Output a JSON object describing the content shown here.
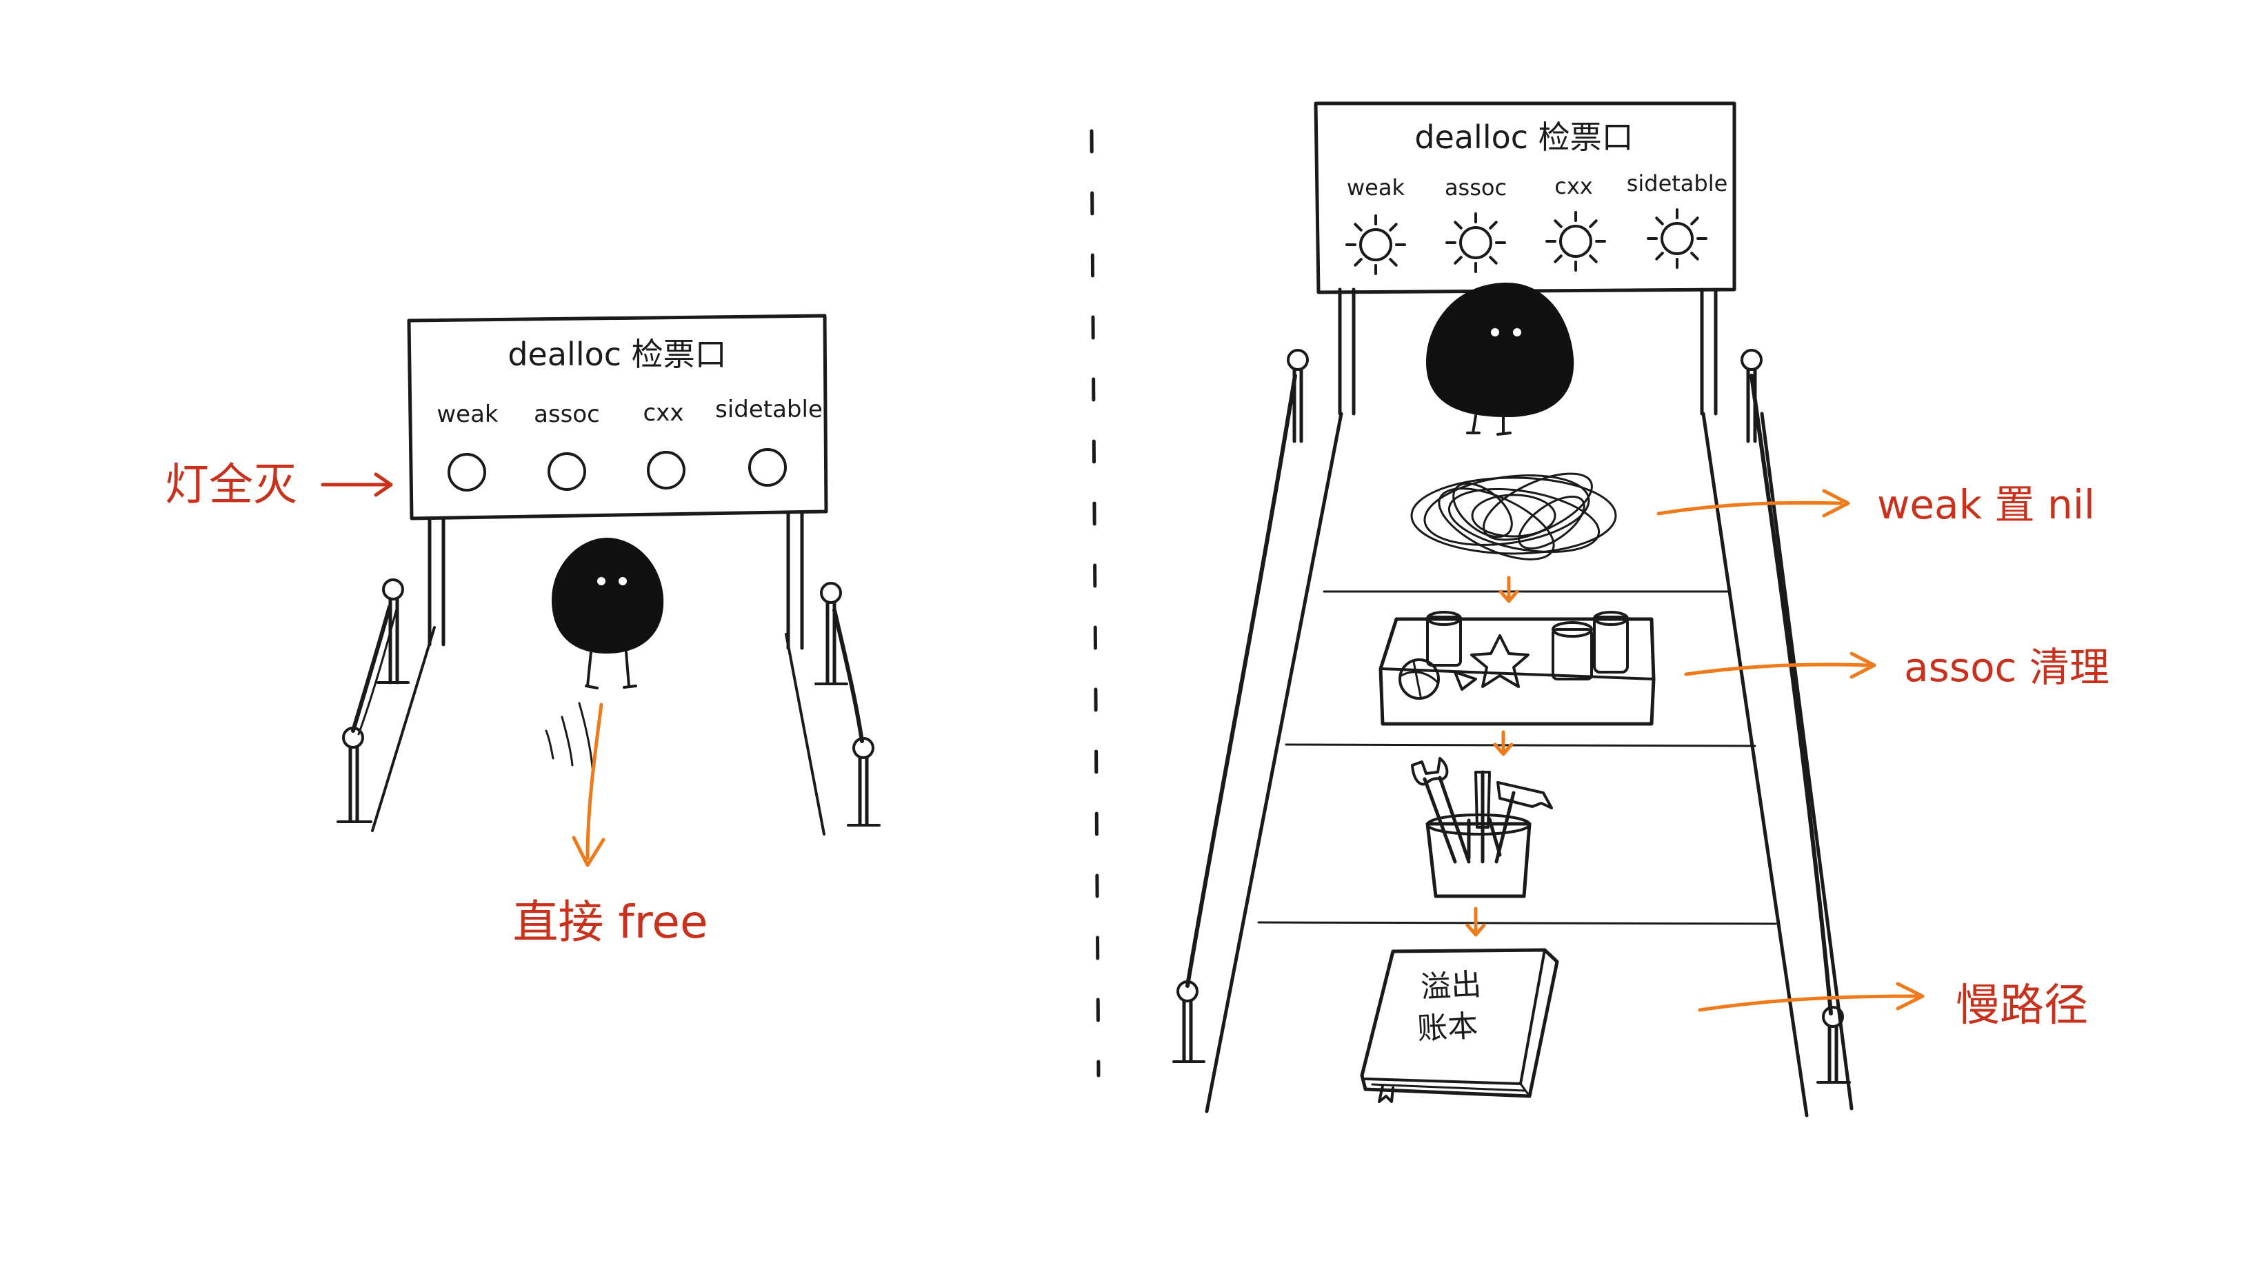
{
  "colors": {
    "ink": "#1a1a1a",
    "annotation_text": "#c8311c",
    "arrow": "#ee7a1c",
    "background": "#ffffff"
  },
  "left_panel": {
    "sign": {
      "title": "dealloc 检票口",
      "labels": [
        "weak",
        "assoc",
        "cxx",
        "sidetable"
      ],
      "lights_state": "all-off"
    },
    "note_lights_off": "灯全灭",
    "note_result": "直接 free"
  },
  "right_panel": {
    "sign": {
      "title": "dealloc 检票口",
      "labels": [
        "weak",
        "assoc",
        "cxx",
        "sidetable"
      ],
      "lights_state": "all-on"
    },
    "steps": [
      {
        "icon": "tangled-scribble-icon",
        "note": "weak 置 nil"
      },
      {
        "icon": "toy-box-icon",
        "note": "assoc 清理"
      },
      {
        "icon": "tool-bucket-icon",
        "note": ""
      },
      {
        "icon": "ledger-book-icon",
        "note": "慢路径",
        "book_text": "溢出\n账本"
      }
    ],
    "book_line1": "溢出",
    "book_line2": "账本"
  }
}
